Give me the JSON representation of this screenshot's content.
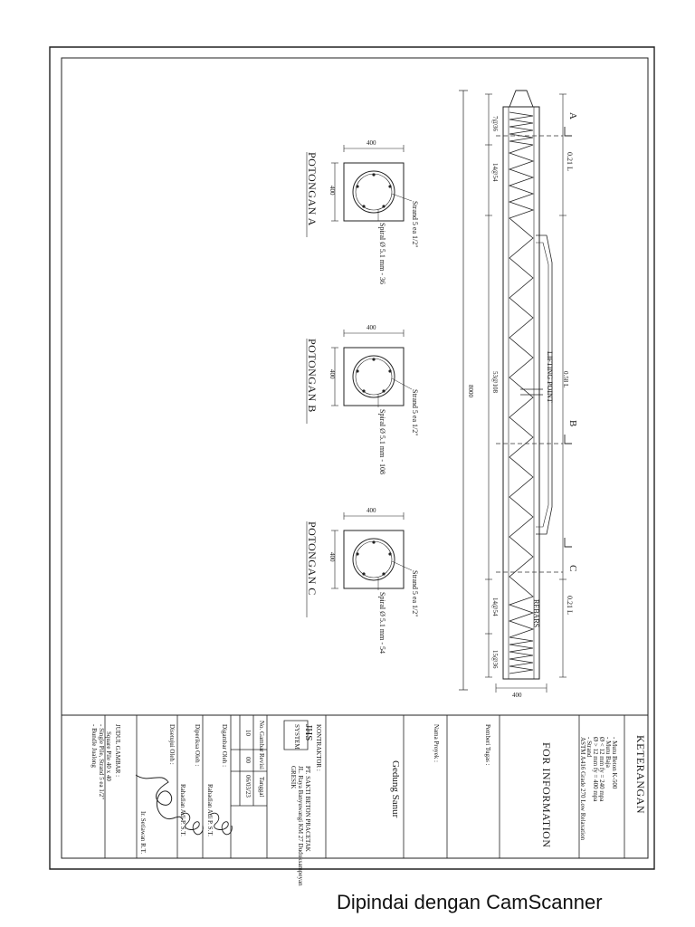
{
  "footer": {
    "scanner_text": "Dipindai dengan CamScanner"
  },
  "pile": {
    "total_length": "8000",
    "width": "400",
    "end_length_label": "0.21 L",
    "middle_length_label": "0.58 L",
    "lifting_point": "LIFTING POINT",
    "rebars": "REBARS",
    "spiral_segments": [
      "7@36",
      "14@54",
      "53@108",
      "14@54",
      "15@36"
    ]
  },
  "sections": [
    {
      "title": "POTONGAN A",
      "marker": "A",
      "width": "400",
      "height": "400",
      "strand": "Strand 5 ea 1/2\"",
      "spiral": "Spiral Ø 5.1 mm - 36"
    },
    {
      "title": "POTONGAN B",
      "marker": "B",
      "width": "400",
      "height": "400",
      "strand": "Strand 5 ea 1/2\"",
      "spiral": "Spiral Ø 5.1 mm - 108"
    },
    {
      "title": "POTONGAN C",
      "marker": "C",
      "width": "400",
      "height": "400",
      "strand": "Strand 5 ea 1/2\"",
      "spiral": "Spiral Ø 5.1 mm - 54"
    }
  ],
  "title_block": {
    "keterangan": "KETERANGAN",
    "notes": [
      "- Mutu Beton K-500",
      "- Mutu Baja",
      "  Ø < 12 mm    fy = 240 mpa",
      "  Ø > 12 mm    fy = 400 mpa",
      "- Strand",
      "  ASTM A416 Grade 270 Low Relaxation"
    ],
    "for_information": "FOR INFORMATION",
    "pemberi_tugas": "Pemberi Tugas :",
    "nama_proyek": "Nama Proyek :",
    "project_name": "Gedung Sanur",
    "kontraktor": "KONTRAKTOR :",
    "logo": "JHS",
    "logo_sub": "SYSTEM",
    "company": "PT. SAKTI BETON PRACETAK",
    "address": "JL. Raya Banyuwangi KM 27 Duduksampeyan",
    "city": "GRESIK",
    "table_headers": [
      "No. Gambar",
      "Revisi",
      "Tanggal"
    ],
    "table_values": [
      "10",
      "00",
      "06/03/23"
    ],
    "digambar": "Digambar Oleh :",
    "digambar_name": "Rahadian Adi P. S.T.",
    "diperiksa": "Diperiksa Oleh :",
    "diperiksa_name": "Rahadian Adi P. S.T.",
    "disetujui": "Disetujui Oleh :",
    "disetujui_name": "Ir. Setiawan R.T.",
    "judul_label": "JUDUL GAMBAR :",
    "judul_lines": [
      "Square Pile 40 x 40",
      "- Single Pile, Strand 5 ea 1/2\"",
      "- Bundle Jualong"
    ]
  }
}
